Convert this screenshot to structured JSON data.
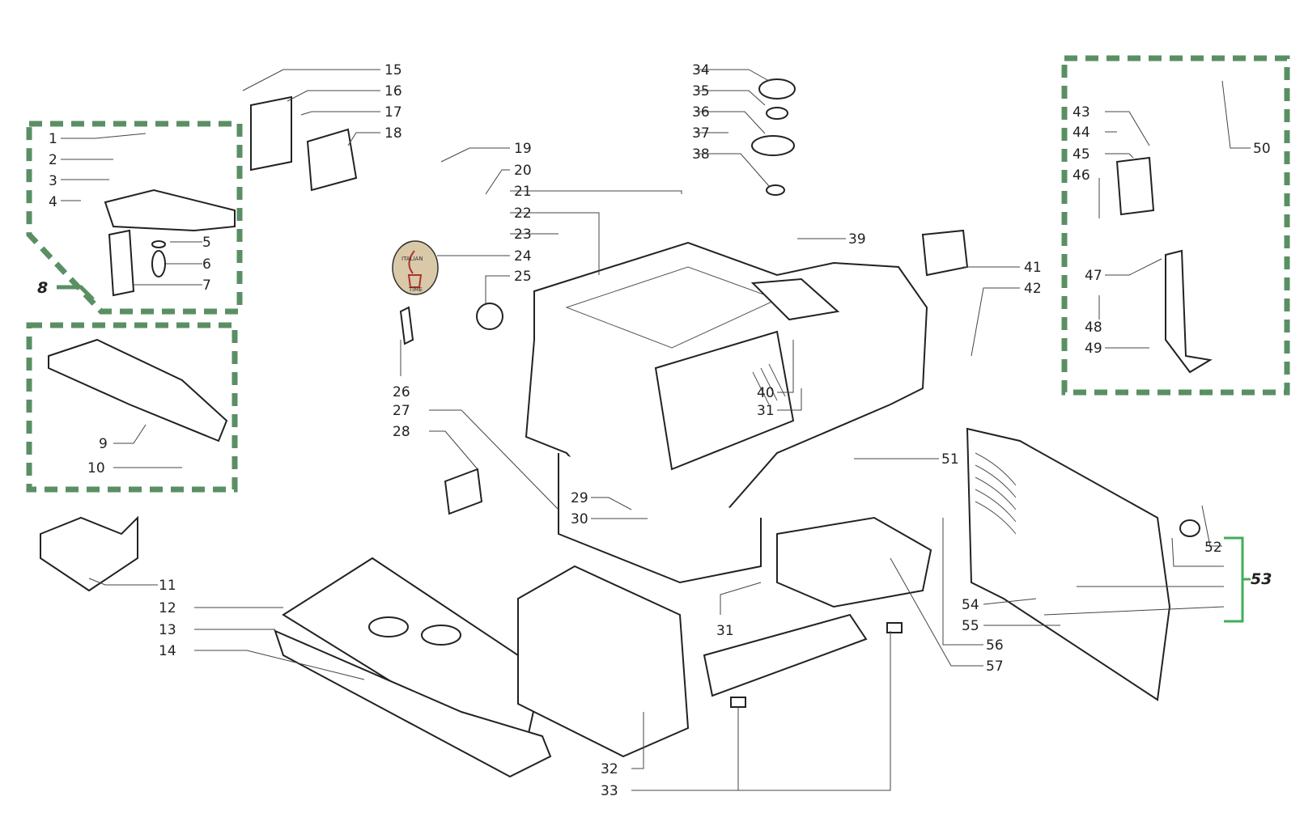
{
  "title": "Exploded parts diagram – espresso machine housing",
  "colors": {
    "group_box": "#5a8f64",
    "bracket": "#3fae5a",
    "line": "#222222",
    "badge_red": "#b03030",
    "badge_bg": "#d9c9a8"
  },
  "groups": [
    {
      "id": "8",
      "label": "8",
      "members": [
        "1",
        "2",
        "3",
        "4",
        "5",
        "6",
        "7"
      ]
    },
    {
      "id": "group-9-10",
      "label": "",
      "members": [
        "9",
        "10"
      ]
    },
    {
      "id": "group-43-50",
      "label": "",
      "members": [
        "43",
        "44",
        "45",
        "46",
        "47",
        "48",
        "49",
        "50"
      ]
    },
    {
      "id": "53",
      "label": "53",
      "members": [
        "52",
        "54",
        "55"
      ]
    }
  ],
  "badge": {
    "top_text": "ITALIAN",
    "bottom_text": "TIME"
  },
  "labels": [
    "1",
    "2",
    "3",
    "4",
    "5",
    "6",
    "7",
    "8",
    "9",
    "10",
    "11",
    "12",
    "13",
    "14",
    "15",
    "16",
    "17",
    "18",
    "19",
    "20",
    "21",
    "22",
    "23",
    "24",
    "25",
    "26",
    "27",
    "28",
    "29",
    "30",
    "31",
    "31b",
    "32",
    "33",
    "34",
    "35",
    "36",
    "37",
    "38",
    "39",
    "40",
    "41",
    "42",
    "43",
    "44",
    "45",
    "46",
    "47",
    "48",
    "49",
    "50",
    "51",
    "52",
    "53",
    "54",
    "55",
    "56",
    "57"
  ],
  "text": {
    "l1": "1",
    "l2": "2",
    "l3": "3",
    "l4": "4",
    "l5": "5",
    "l6": "6",
    "l7": "7",
    "l8": "8",
    "l9": "9",
    "l10": "10",
    "l11": "11",
    "l12": "12",
    "l13": "13",
    "l14": "14",
    "l15": "15",
    "l16": "16",
    "l17": "17",
    "l18": "18",
    "l19": "19",
    "l20": "20",
    "l21": "21",
    "l22": "22",
    "l23": "23",
    "l24": "24",
    "l25": "25",
    "l26": "26",
    "l27": "27",
    "l28": "28",
    "l29": "29",
    "l30": "30",
    "l31": "31",
    "l31b": "31",
    "l32": "32",
    "l33": "33",
    "l34": "34",
    "l35": "35",
    "l36": "36",
    "l37": "37",
    "l38": "38",
    "l39": "39",
    "l40": "40",
    "l41": "41",
    "l42": "42",
    "l43": "43",
    "l44": "44",
    "l45": "45",
    "l46": "46",
    "l47": "47",
    "l48": "48",
    "l49": "49",
    "l50": "50",
    "l51": "51",
    "l52": "52",
    "l53": "53",
    "l54": "54",
    "l55": "55",
    "l56": "56",
    "l57": "57"
  }
}
